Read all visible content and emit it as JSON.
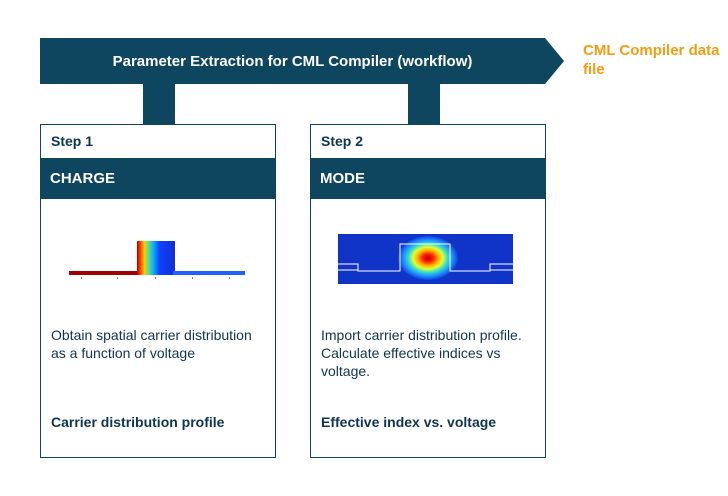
{
  "workflow": {
    "title": "Parameter Extraction for CML Compiler (workflow)",
    "output_label": "CML Compiler data file",
    "colors": {
      "navy": "#0e4660",
      "orange": "#f39c12",
      "text": "#0e3550"
    }
  },
  "steps": [
    {
      "label": "Step 1",
      "name": "CHARGE",
      "description": "Obtain spatial carrier distribution as a function of voltage",
      "output": "Carrier distribution profile"
    },
    {
      "label": "Step 2",
      "name": "MODE",
      "description": "Import carrier distribution profile. Calculate effective indices vs voltage.",
      "output": "Effective index vs. voltage"
    }
  ]
}
